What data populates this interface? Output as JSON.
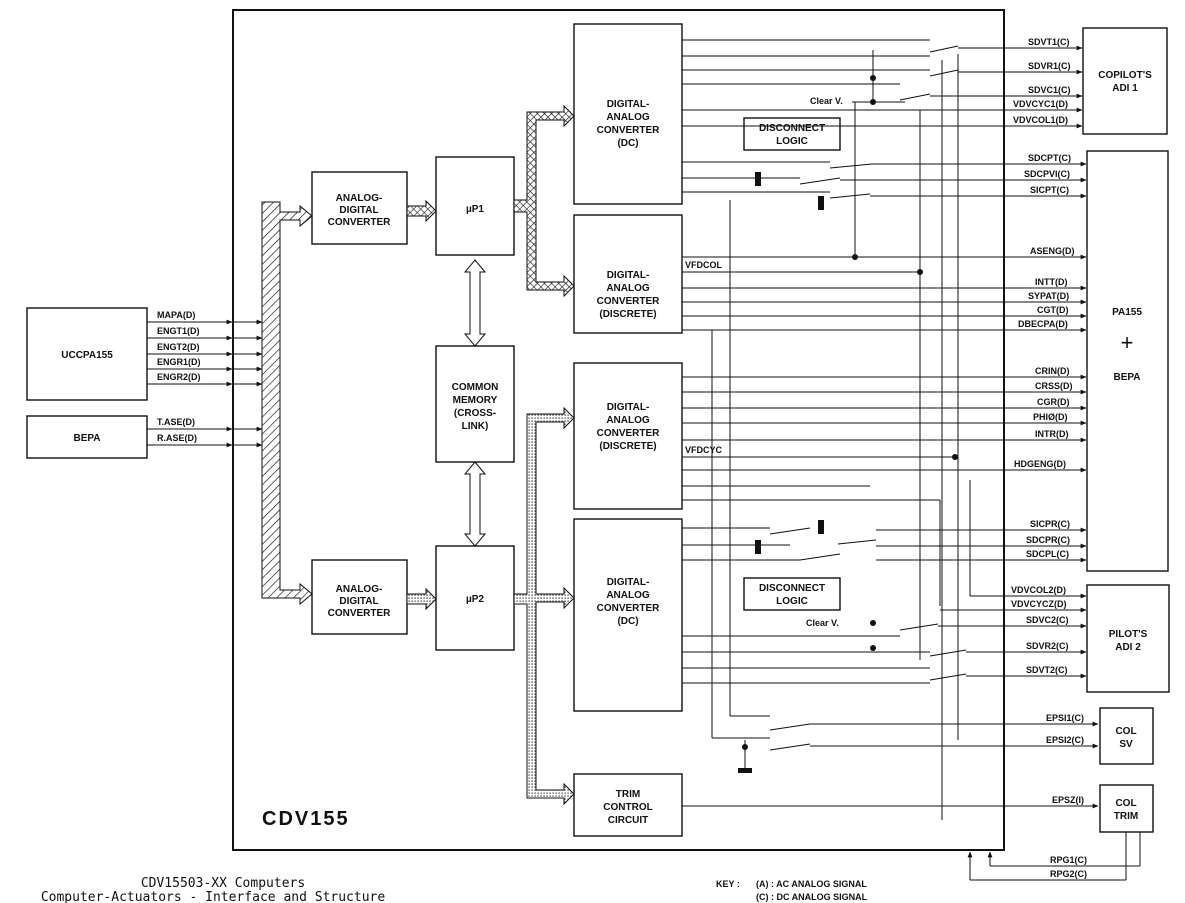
{
  "blocks": {
    "uccpa155": "UCCPA155",
    "bepa": "BEPA",
    "adc_top": [
      "ANALOG-",
      "DIGITAL",
      "CONVERTER"
    ],
    "adc_bottom": [
      "ANALOG-",
      "DIGITAL",
      "CONVERTER"
    ],
    "up1": "µP1",
    "up2": "µP2",
    "common_memory": [
      "COMMON",
      "MEMORY",
      "(CROSS-",
      "LINK)"
    ],
    "dac_dc_top": [
      "DIGITAL-",
      "ANALOG",
      "CONVERTER",
      "(DC)"
    ],
    "dac_discrete_top": [
      "DIGITAL-",
      "ANALOG",
      "CONVERTER",
      "(DISCRETE)"
    ],
    "dac_discrete_bottom": [
      "DIGITAL-",
      "ANALOG",
      "CONVERTER",
      "(DISCRETE)"
    ],
    "dac_dc_bottom": [
      "DIGITAL-",
      "ANALOG",
      "CONVERTER",
      "(DC)"
    ],
    "trim_control": [
      "TRIM",
      "CONTROL",
      "CIRCUIT"
    ],
    "disconnect_top": [
      "DISCONNECT",
      "LOGIC"
    ],
    "disconnect_bottom": [
      "DISCONNECT",
      "LOGIC"
    ],
    "copilot_adi": [
      "COPILOT'S",
      "ADI 1"
    ],
    "pa155": "PA155",
    "plus": "+",
    "bepa_right": "BEPA",
    "pilot_adi": [
      "PILOT'S",
      "ADI 2"
    ],
    "col_sv": [
      "COL",
      "SV"
    ],
    "col_trim": [
      "COL",
      "TRIM"
    ],
    "cdv155": "CDV155"
  },
  "signals": {
    "inputs_uccpa": [
      "MAPA(D)",
      "ENGT1(D)",
      "ENGT2(D)",
      "ENGR1(D)",
      "ENGR2(D)"
    ],
    "inputs_bepa": [
      "T.ASE(D)",
      "R.ASE(D)"
    ],
    "copilot": [
      "SDVT1(C)",
      "SDVR1(C)",
      "SDVC1(C)",
      "VDVCYC1(D)",
      "VDVCOL1(D)"
    ],
    "pa155_top": [
      "SDCPT(C)",
      "SDCPVI(C)",
      "SICPT(C)"
    ],
    "aseng": "ASENG(D)",
    "vfdcol": "VFDCOL",
    "pa155_mid": [
      "INTT(D)",
      "SYPAT(D)",
      "CGT(D)",
      "DBECPA(D)"
    ],
    "pa155_low": [
      "CRIN(D)",
      "CRSS(D)",
      "CGR(D)",
      "PHIØ(D)",
      "INTR(D)"
    ],
    "vfdcyc": "VFDCYC",
    "hdgeng": "HDGENG(D)",
    "pa155_bottom": [
      "SICPR(C)",
      "SDCPR(C)",
      "SDCPL(C)"
    ],
    "pilot": [
      "VDVCOL2(D)",
      "VDVCYCZ(D)",
      "SDVC2(C)",
      "SDVR2(C)",
      "SDVT2(C)"
    ],
    "colsv": [
      "EPSI1(C)",
      "EPSI2(C)"
    ],
    "coltrim": "EPSZ(I)",
    "feedback": [
      "RPG1(C)",
      "RPG2(C)"
    ],
    "clear_v_top": "Clear V.",
    "clear_v_bottom": "Clear V."
  },
  "caption": {
    "line1": "CDV15503-XX Computers",
    "line2": "Computer-Actuators - Interface and Structure"
  },
  "key": {
    "label": "KEY :",
    "items": [
      "(A) : AC ANALOG SIGNAL",
      "(C) : DC ANALOG SIGNAL"
    ]
  }
}
